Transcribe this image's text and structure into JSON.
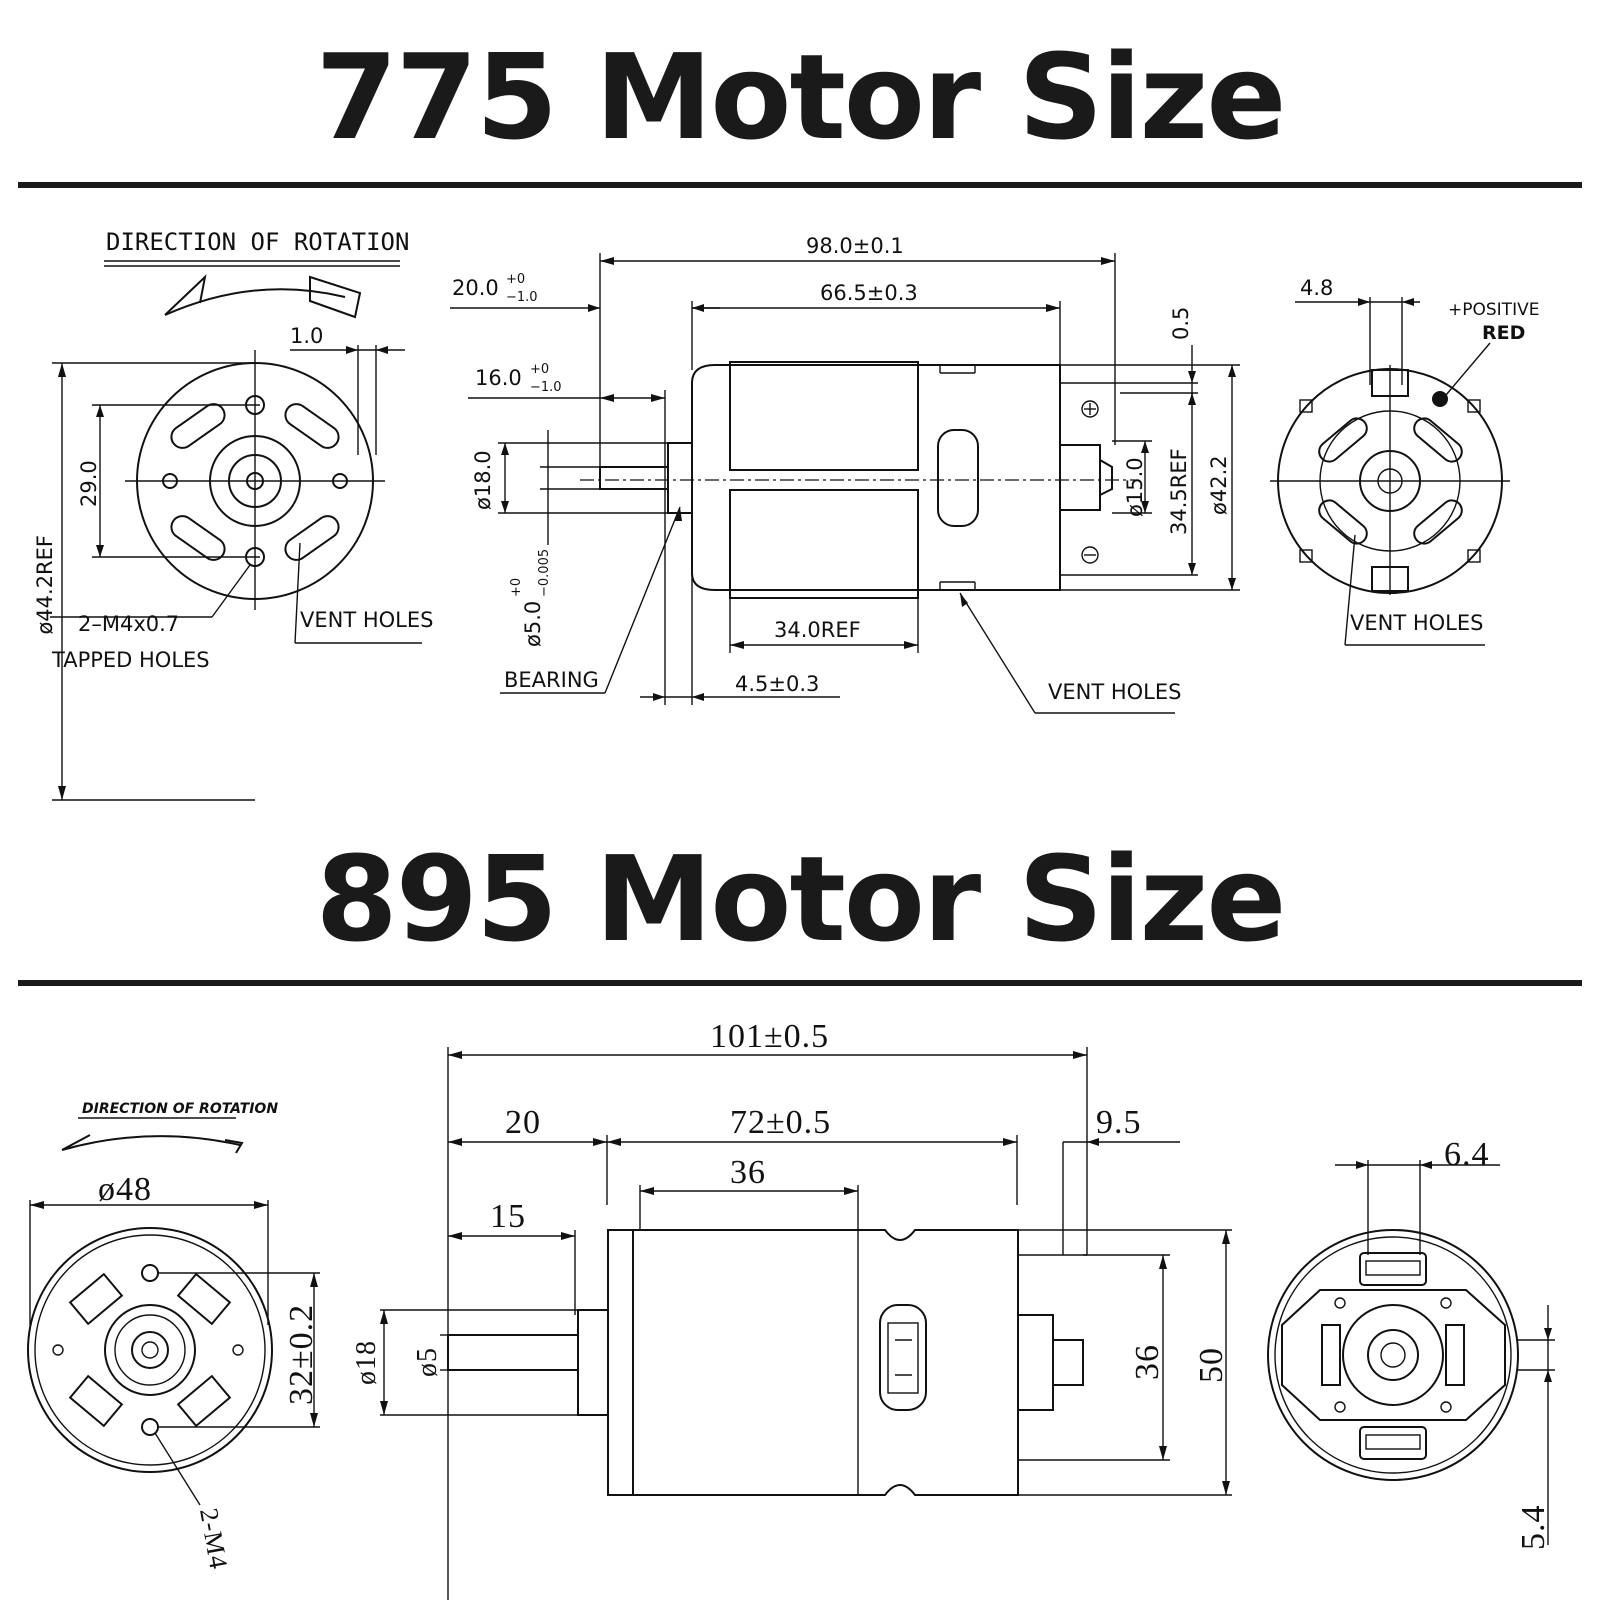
{
  "sections": [
    {
      "title": "775 Motor Size",
      "front_view": {
        "direction_label": "DIRECTION OF ROTATION",
        "dim_offset": "1.0",
        "dim_diameter": "ø44.2REF",
        "dim_hole_spacing": "29.0",
        "note_tapped": "2–M4x0.7",
        "note_tapped_2": "TAPPED HOLES",
        "note_vent": "VENT HOLES"
      },
      "side_view": {
        "dim_total": "98.0±0.1",
        "dim_shaft": "20.0",
        "dim_shaft_tol_top": "+0",
        "dim_shaft_tol_bottom": "−1.0",
        "dim_body": "66.5±0.3",
        "dim_shaft_inner": "16.0",
        "dim_shaft_inner_tol_top": "+0",
        "dim_shaft_inner_tol_bottom": "−1.0",
        "dim_boss": "ø18.0",
        "dim_shaft_dia": "ø5.0",
        "dim_shaft_dia_tol_top": "+0",
        "dim_shaft_dia_tol_bottom": "−0.005",
        "dim_can": "34.0REF",
        "dim_boss_len": "4.5±0.3",
        "dim_term_offset": "0.5",
        "dim_rear_boss": "ø15.0",
        "dim_term_span": "34.5REF",
        "dim_body_dia": "ø42.2",
        "note_bearing": "BEARING",
        "note_vent": "VENT HOLES"
      },
      "rear_view": {
        "dim_terminal": "4.8",
        "note_positive": "+POSITIVE",
        "note_red": "RED",
        "note_vent": "VENT HOLES"
      }
    },
    {
      "title": "895 Motor Size",
      "front_view": {
        "direction_label": "DIRECTION OF ROTATION",
        "dim_diameter": "ø48",
        "dim_hole_spacing": "32±0.2",
        "note_tapped": "2-M4"
      },
      "side_view": {
        "dim_total": "101±0.5",
        "dim_shaft": "20",
        "dim_body": "72±0.5",
        "dim_term_len": "9.5",
        "dim_can": "36",
        "dim_boss_len": "15",
        "dim_boss": "ø18",
        "dim_shaft_dia": "ø5",
        "dim_rear_dia": "36",
        "dim_body_dia": "50"
      },
      "rear_view": {
        "dim_terminal": "6.4",
        "dim_term_offset": "5.4"
      }
    }
  ]
}
